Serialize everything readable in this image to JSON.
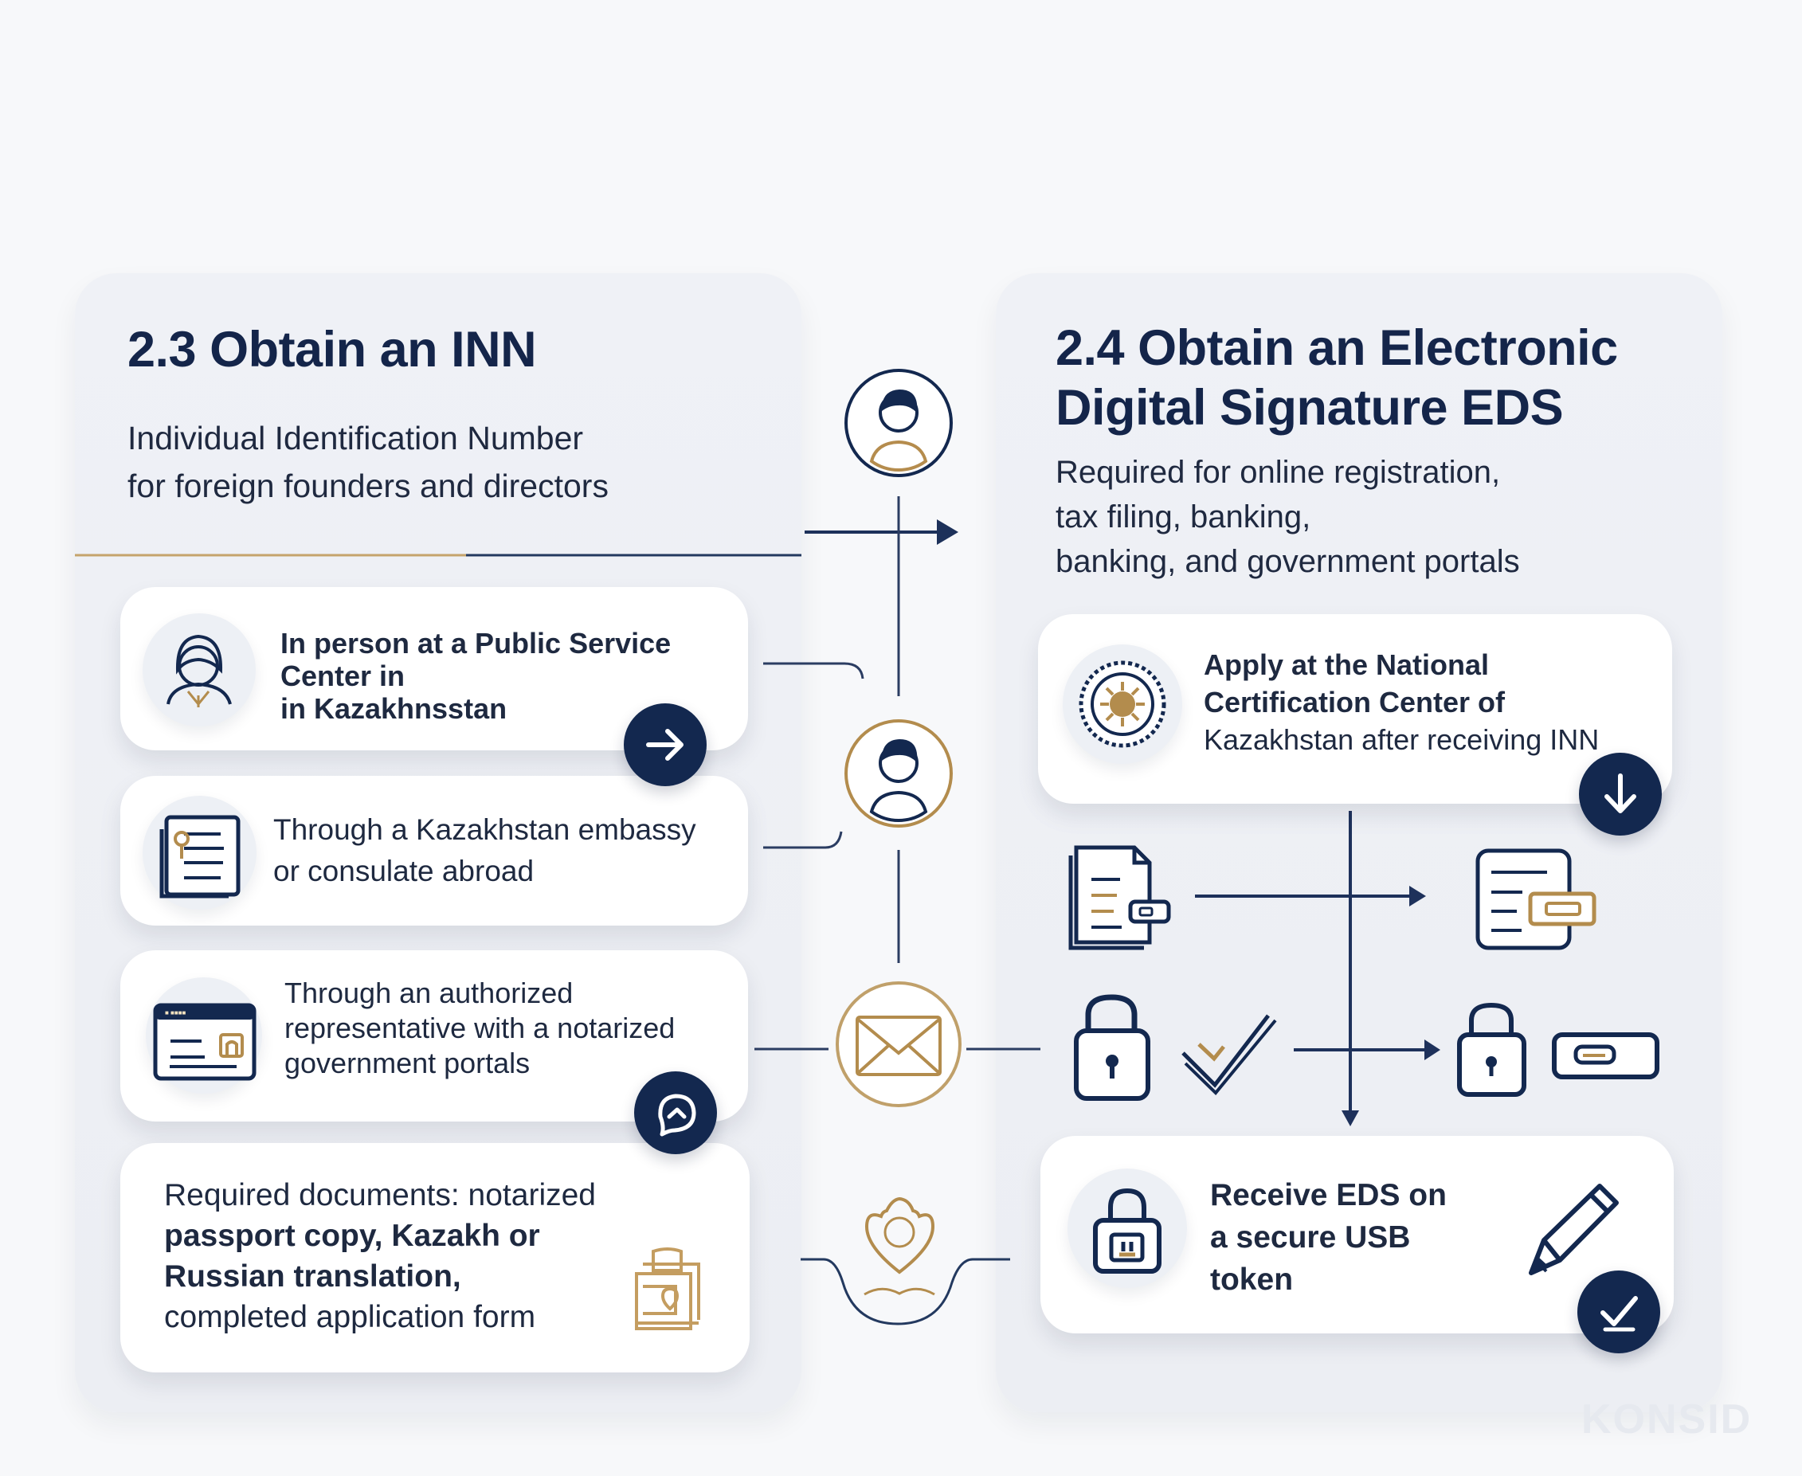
{
  "left_section": {
    "title": "2.3 Obtain an INN",
    "subtitle_lines": [
      "Individual Identification Number",
      "for foreign founders and directors"
    ]
  },
  "right_section": {
    "title_lines": [
      "2.4 Obtain an Electronic",
      "Digital Signature EDS"
    ],
    "subtitle_lines": [
      "Required for online registration,",
      "tax filing, banking,",
      "banking, and government portals"
    ]
  },
  "cards": {
    "card1": {
      "lines": [
        "In person at a Public Service",
        "Center in",
        "in Kazakhnsstan"
      ],
      "icon": "person-icon"
    },
    "card2": {
      "lines": [
        "Through a Kazakhstan embassy",
        "or consulate abroad"
      ],
      "icon": "id-document-icon"
    },
    "card3": {
      "lines": [
        "Through an authorized",
        "representative with a notarized",
        "government portals"
      ],
      "icon": "id-card-icon"
    },
    "card4": {
      "lines": [
        "Required documents: notarized",
        "passport copy, Kazakh or",
        "Russian translation,",
        "completed application form"
      ],
      "icon": "documents-map-pin-icon"
    },
    "card_r1": {
      "lines": [
        "Apply at the National",
        "Certification Center of",
        "Kazakhstan after receiving INN"
      ],
      "icon": "national-emblem-icon"
    },
    "card_r2": {
      "lines": [
        "Receive EDS on",
        "a secure USB",
        "token"
      ],
      "icon": "usb-padlock-icon"
    }
  },
  "icons": {
    "arrow_right_button": "arrow-right-icon",
    "chat_button": "chat-bubble-icon",
    "arrow_down_button": "arrow-down-icon",
    "checkmark_button": "checkmark-icon",
    "connector_person": "person-icon",
    "connector_envelope": "envelope-icon",
    "connector_location": "location-pin-icon",
    "document_card": "document-card-icon",
    "form_card": "form-card-icon",
    "padlock": "padlock-icon",
    "double_check": "double-check-icon",
    "usb_token": "usb-token-icon",
    "pen": "pen-icon"
  },
  "colors": {
    "navy": "#13284f",
    "gold": "#b8955a",
    "panel": "#eef1f6",
    "text": "#1e2940"
  }
}
